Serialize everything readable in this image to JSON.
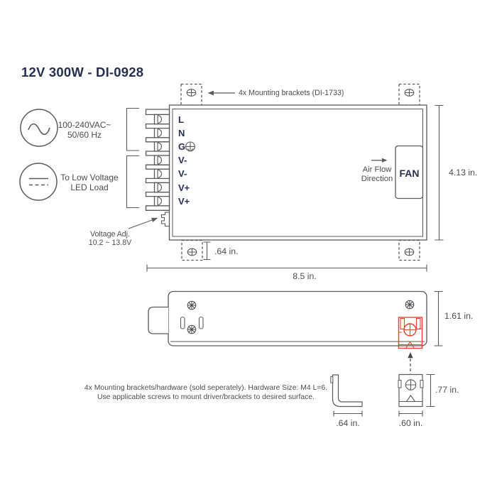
{
  "title": "12V 300W - DI-0928",
  "colors": {
    "line": "#595a5c",
    "navy": "#262f4d",
    "red": "#e8432f",
    "text": "#4a4c50"
  },
  "top_view": {
    "mounting_callout": "4x Mounting brackets (DI-1733)",
    "ac_input": {
      "icon": "ac-sine-icon",
      "line1": "100-240VAC~",
      "line2": "50/60 Hz"
    },
    "dc_load": {
      "icon": "dc-low-voltage-icon",
      "line1": "To Low Voltage",
      "line2": "LED Load"
    },
    "voltage_adj": {
      "line1": "Voltage Adj.",
      "line2": "10.2 ~ 13.8V"
    },
    "terminals": [
      "L",
      "N",
      "G",
      "V-",
      "V-",
      "V+",
      "V+"
    ],
    "air_flow": {
      "line1": "Air Flow",
      "line2": "Direction"
    },
    "fan_label": "FAN",
    "dim_height": "4.13 in.",
    "dim_bracket_offset": ".64 in.",
    "dim_width": "8.5 in."
  },
  "side_view": {
    "dim_depth": "1.61 in."
  },
  "bracket_detail": {
    "note_line1": "4x Mounting brackets/hardware (sold seperately). Hardware Size: M4 L=6.",
    "note_line2": "Use applicable screws to mount driver/brackets to desired surface.",
    "dim_leg": ".64 in.",
    "dim_width": ".60 in.",
    "dim_height": ".77 in."
  }
}
